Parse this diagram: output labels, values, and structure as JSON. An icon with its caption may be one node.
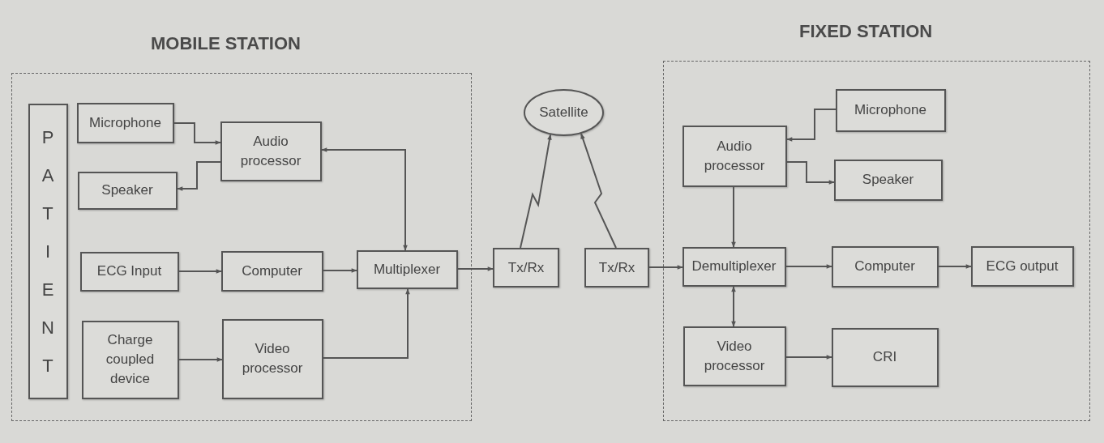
{
  "diagram": {
    "nodes": [
      {
        "text": [
          "MOBILE STATION"
        ]
      },
      {
        "text": [
          "PATIENT"
        ],
        "in": 0
      },
      {
        "text": [
          "Microphone"
        ],
        "in": 0
      },
      {
        "text": [
          "Audio processor"
        ],
        "in": 0
      },
      {
        "text": [
          "Speaker"
        ],
        "in": 0
      },
      {
        "text": [
          "ECG Input"
        ],
        "in": 0
      },
      {
        "text": [
          "Computer"
        ],
        "in": 0
      },
      {
        "text": [
          "Multiplexer"
        ],
        "in": 0
      },
      {
        "text": [
          "Charge coupled device"
        ],
        "in": 0
      },
      {
        "text": [
          "Video processor"
        ],
        "in": 0
      },
      {
        "text": [
          "Tx/Rx"
        ]
      },
      {
        "text": [
          "Satellite"
        ]
      },
      {
        "text": [
          "Tx/Rx"
        ]
      },
      {
        "text": [
          "FIXED STATION"
        ]
      },
      {
        "text": [
          "Audio processor"
        ],
        "in": 13
      },
      {
        "text": [
          "Microphone"
        ],
        "in": 13
      },
      {
        "text": [
          "Speaker"
        ],
        "in": 13
      },
      {
        "text": [
          "Demultiplexer"
        ],
        "in": 13
      },
      {
        "text": [
          "Computer"
        ],
        "in": 13
      },
      {
        "text": [
          "ECG output"
        ],
        "in": 13
      },
      {
        "text": [
          "Video processor"
        ],
        "in": 13
      },
      {
        "text": [
          "CRI"
        ],
        "in": 13
      }
    ],
    "edges": [
      {
        "from": 2,
        "to": 3,
        "arrow": "to"
      },
      {
        "from": 3,
        "to": 4,
        "arrow": "to"
      },
      {
        "from": 3,
        "to": 7,
        "arrow": "both"
      },
      {
        "from": 5,
        "to": 6,
        "arrow": "to"
      },
      {
        "from": 6,
        "to": 7,
        "arrow": "to"
      },
      {
        "from": 8,
        "to": 9,
        "arrow": "to"
      },
      {
        "from": 9,
        "to": 7,
        "arrow": "to"
      },
      {
        "from": 7,
        "to": 10,
        "arrow": "to"
      },
      {
        "from": 10,
        "to": 11,
        "arrow": "to"
      },
      {
        "from": 12,
        "to": 11,
        "arrow": "to"
      },
      {
        "from": 12,
        "to": 17,
        "arrow": "to"
      },
      {
        "from": 15,
        "to": 14,
        "arrow": "to"
      },
      {
        "from": 14,
        "to": 16,
        "arrow": "to"
      },
      {
        "from": 14,
        "to": 17,
        "arrow": "to"
      },
      {
        "from": 17,
        "to": 18,
        "arrow": "to"
      },
      {
        "from": 18,
        "to": 19,
        "arrow": "to"
      },
      {
        "from": 17,
        "to": 20,
        "arrow": "both"
      },
      {
        "from": 20,
        "to": 21,
        "arrow": "to"
      }
    ]
  }
}
